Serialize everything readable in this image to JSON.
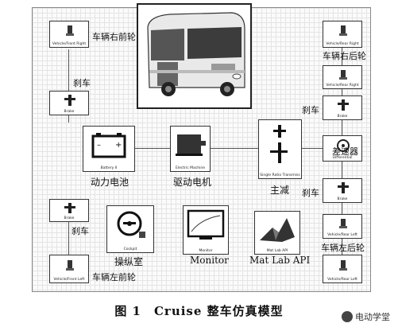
{
  "labels": {
    "front_right_wheel": "车辆右前轮",
    "brake_top_left": "刹车",
    "battery": "动力电池",
    "motor": "驱动电机",
    "final_drive": "主减",
    "brake_right_upper": "刹车",
    "brake_right_lower": "刹车",
    "rear_right_wheel": "车辆右后轮",
    "rear_left_wheel": "车辆左后轮",
    "differential": "差速器",
    "brake_bottom_left": "刹车",
    "front_left_wheel": "车辆左前轮",
    "cockpit": "操纵室",
    "monitor": "Monitor",
    "matlab_api": "Mat Lab API"
  },
  "boxes": {
    "vehicle_front_right": "Vehicle/Front Right",
    "brake1": "Brake",
    "battery": "Battery II",
    "electric_machine": "Electric Machine",
    "single_ratio": "Single Ratio Transmiss",
    "differential": "Differential",
    "vehicle_rear_right_1": "Vehicle/Rear Right",
    "vehicle_rear_right_2": "Vehicle/Rear Right",
    "brake_r1": "Brake",
    "brake_r2": "Brake",
    "vehicle_rear_left_1": "Vehicle/Rear Left",
    "vehicle_rear_left_2": "Vehicle/Rear Left",
    "brake_bl": "Brake",
    "vehicle_front_left": "Vehicle/Front Left",
    "cockpit": "Cockpit",
    "monitor": "Monitor",
    "matlab": "Mat Lab API"
  },
  "caption": "图 1　Cruise 整车仿真模型",
  "watermark": "电动学堂"
}
